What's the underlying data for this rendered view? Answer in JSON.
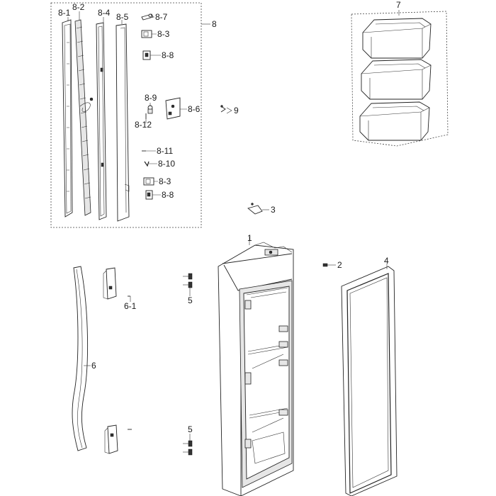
{
  "diagram": {
    "callouts": {
      "c8_1": "8-1",
      "c8_2": "8-2",
      "c8_4": "8-4",
      "c8_5": "8-5",
      "c8_7": "8-7",
      "c8_3a": "8-3",
      "c8_8a": "8-8",
      "c8": "8",
      "c8_9": "8-9",
      "c8_6": "8-6",
      "c8_12": "8-12",
      "c9": "9",
      "c8_11": "8-11",
      "c8_10": "8-10",
      "c8_3b": "8-3",
      "c8_8b": "8-8",
      "c7": "7",
      "c3": "3",
      "c1": "1",
      "c2": "2",
      "c4": "4",
      "c6_1": "6-1",
      "c5a": "5",
      "c6": "6",
      "c5b": "5"
    }
  }
}
